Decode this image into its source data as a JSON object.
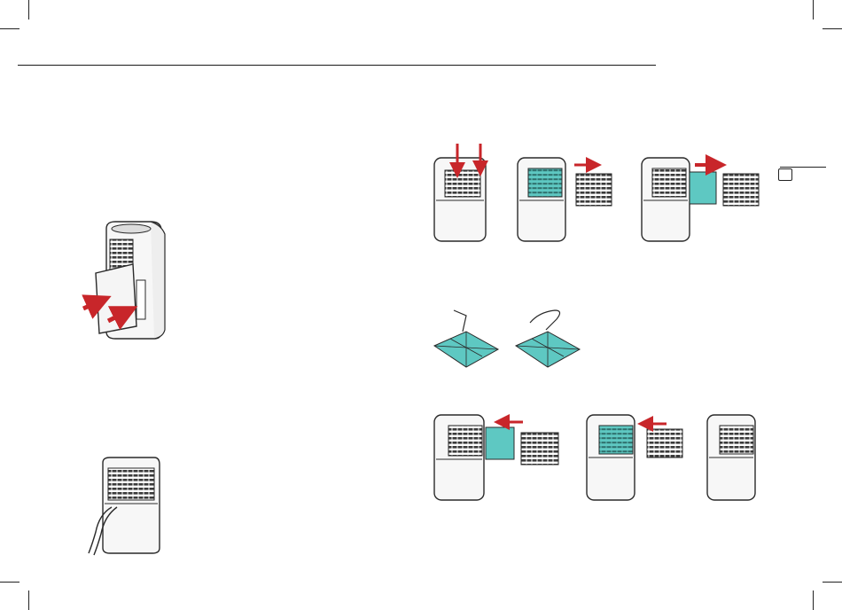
{
  "colors": {
    "line": "#2a2a2a",
    "arrow": "#c8262a",
    "filter": "#5ec8c2",
    "body_fill": "#f7f7f7",
    "grille": "#3a3a3a"
  },
  "figures": {
    "water_tank_insert": {
      "icon": "dehumidifier-tank-insert-illustration"
    },
    "drain_hose": {
      "icon": "dehumidifier-drain-hose-illustration"
    },
    "filter_removal": {
      "icon": "filter-removal-steps-illustration"
    },
    "filter_vacuum": {
      "icon": "filter-vacuum-cleaning-illustration"
    },
    "filter_refit": {
      "icon": "filter-refit-steps-illustration"
    }
  },
  "page_tab": {
    "label": ""
  }
}
